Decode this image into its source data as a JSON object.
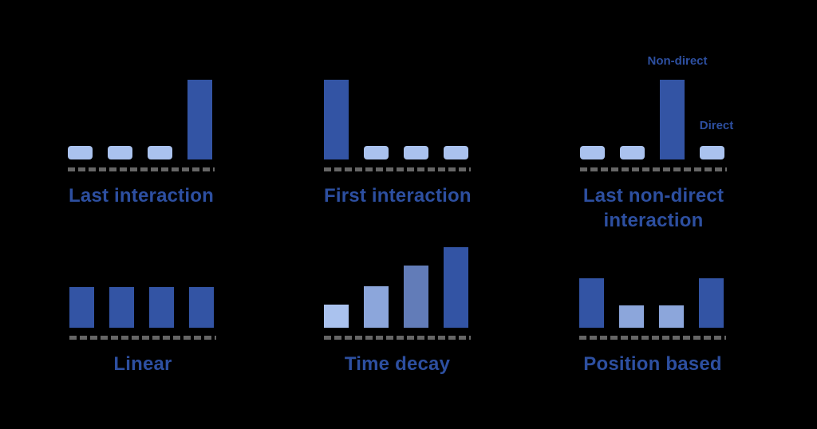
{
  "page": {
    "background": "#000000"
  },
  "colors": {
    "dark": "#3354a4",
    "light": "#aac2ee",
    "medium": "#8ca6db",
    "steel": "#627cb8",
    "text": "#2d4fa0",
    "dash": "#666666"
  },
  "chart_data": {
    "type": "bar",
    "note": "six mini bar charts, relative bar heights in px, no axes shown",
    "baseline_style": "dashed"
  },
  "charts": [
    {
      "name": "last-interaction",
      "title_line1": "Last interaction",
      "bars": [
        {
          "height": 17,
          "color": "light",
          "rounded": true
        },
        {
          "height": 17,
          "color": "light",
          "rounded": true
        },
        {
          "height": 17,
          "color": "light",
          "rounded": true
        },
        {
          "height": 100,
          "color": "dark",
          "rounded": false
        }
      ]
    },
    {
      "name": "first-interaction",
      "title_line1": "First interaction",
      "bars": [
        {
          "height": 100,
          "color": "dark",
          "rounded": false
        },
        {
          "height": 17,
          "color": "light",
          "rounded": true
        },
        {
          "height": 17,
          "color": "light",
          "rounded": true
        },
        {
          "height": 17,
          "color": "light",
          "rounded": true
        }
      ]
    },
    {
      "name": "last-non-direct-interaction",
      "title_line1": "Last non-direct",
      "title_line2": "interaction",
      "annotations": {
        "non_direct": "Non-direct",
        "direct": "Direct"
      },
      "bars": [
        {
          "height": 17,
          "color": "light",
          "rounded": true
        },
        {
          "height": 17,
          "color": "light",
          "rounded": true
        },
        {
          "height": 100,
          "color": "dark",
          "rounded": false
        },
        {
          "height": 17,
          "color": "light",
          "rounded": true
        }
      ]
    },
    {
      "name": "linear",
      "title_line1": "Linear",
      "bars": [
        {
          "height": 51,
          "color": "dark",
          "rounded": false
        },
        {
          "height": 51,
          "color": "dark",
          "rounded": false
        },
        {
          "height": 51,
          "color": "dark",
          "rounded": false
        },
        {
          "height": 51,
          "color": "dark",
          "rounded": false
        }
      ]
    },
    {
      "name": "time-decay",
      "title_line1": "Time decay",
      "bars": [
        {
          "height": 29,
          "color": "light",
          "rounded": false
        },
        {
          "height": 52,
          "color": "medium",
          "rounded": false
        },
        {
          "height": 78,
          "color": "steel",
          "rounded": false
        },
        {
          "height": 101,
          "color": "dark",
          "rounded": false
        }
      ]
    },
    {
      "name": "position-based",
      "title_line1": "Position based",
      "bars": [
        {
          "height": 62,
          "color": "dark",
          "rounded": false
        },
        {
          "height": 28,
          "color": "medium",
          "rounded": false
        },
        {
          "height": 28,
          "color": "medium",
          "rounded": false
        },
        {
          "height": 62,
          "color": "dark",
          "rounded": false
        }
      ]
    }
  ]
}
